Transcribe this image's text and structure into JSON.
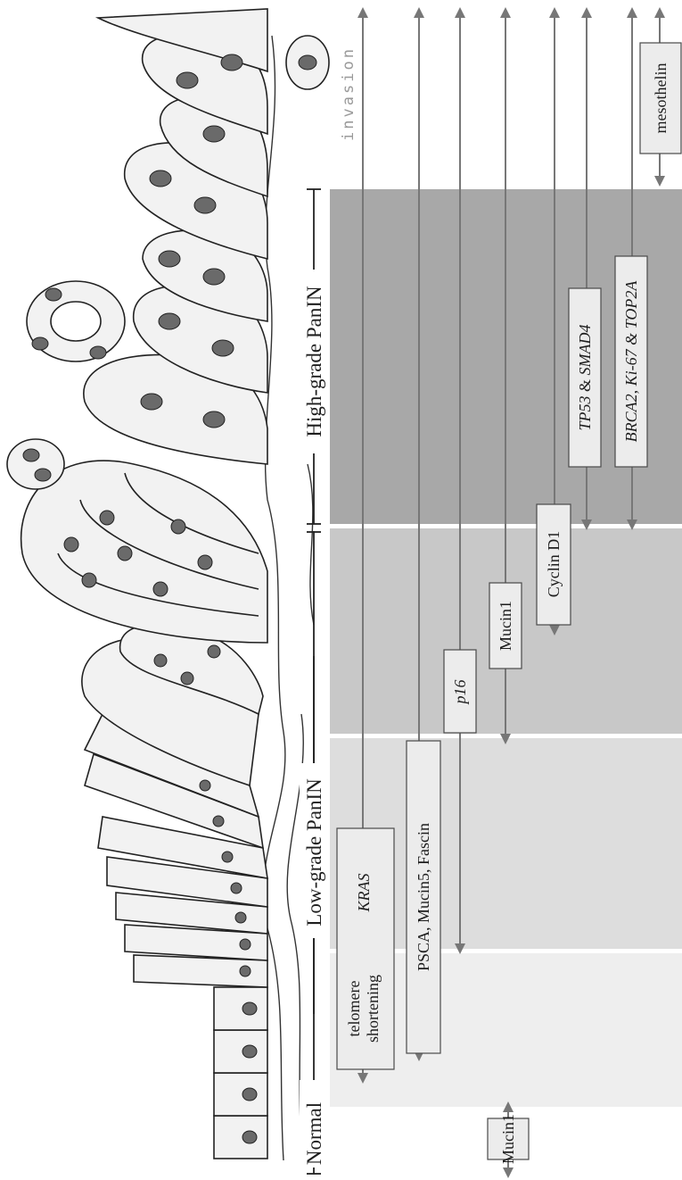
{
  "stages": {
    "normal": "Normal",
    "low_grade": "Low-grade PanIN",
    "high_grade": "High-grade PanIN",
    "invasion": "invasion"
  },
  "band_shades": {
    "normal": "#ffffff",
    "low_grade_early": "#eeeeee",
    "low_grade_mid": "#dddddd",
    "low_grade_late": "#c8c8c8",
    "high_grade": "#a8a8a8"
  },
  "markers": {
    "mucin1_normal": "Mucin1",
    "telomere_line1": "telomere",
    "telomere_line2": "shortening",
    "kras": "KRAS",
    "psca": "PSCA, Mucin5, Fascin",
    "p16": "p16",
    "mucin1": "Mucin1",
    "cyclin_d1": "Cyclin D1",
    "tp53": "TP53",
    "smad4": "SMAD4",
    "amp": "&",
    "brca2": "BRCA2, Ki-67 & TOP2A",
    "mesothelin": "mesothelin"
  },
  "icons": {
    "arrow": "double-headed-arrow",
    "bracket": "stage-bracket",
    "tissue": "epithelium-illustration"
  }
}
